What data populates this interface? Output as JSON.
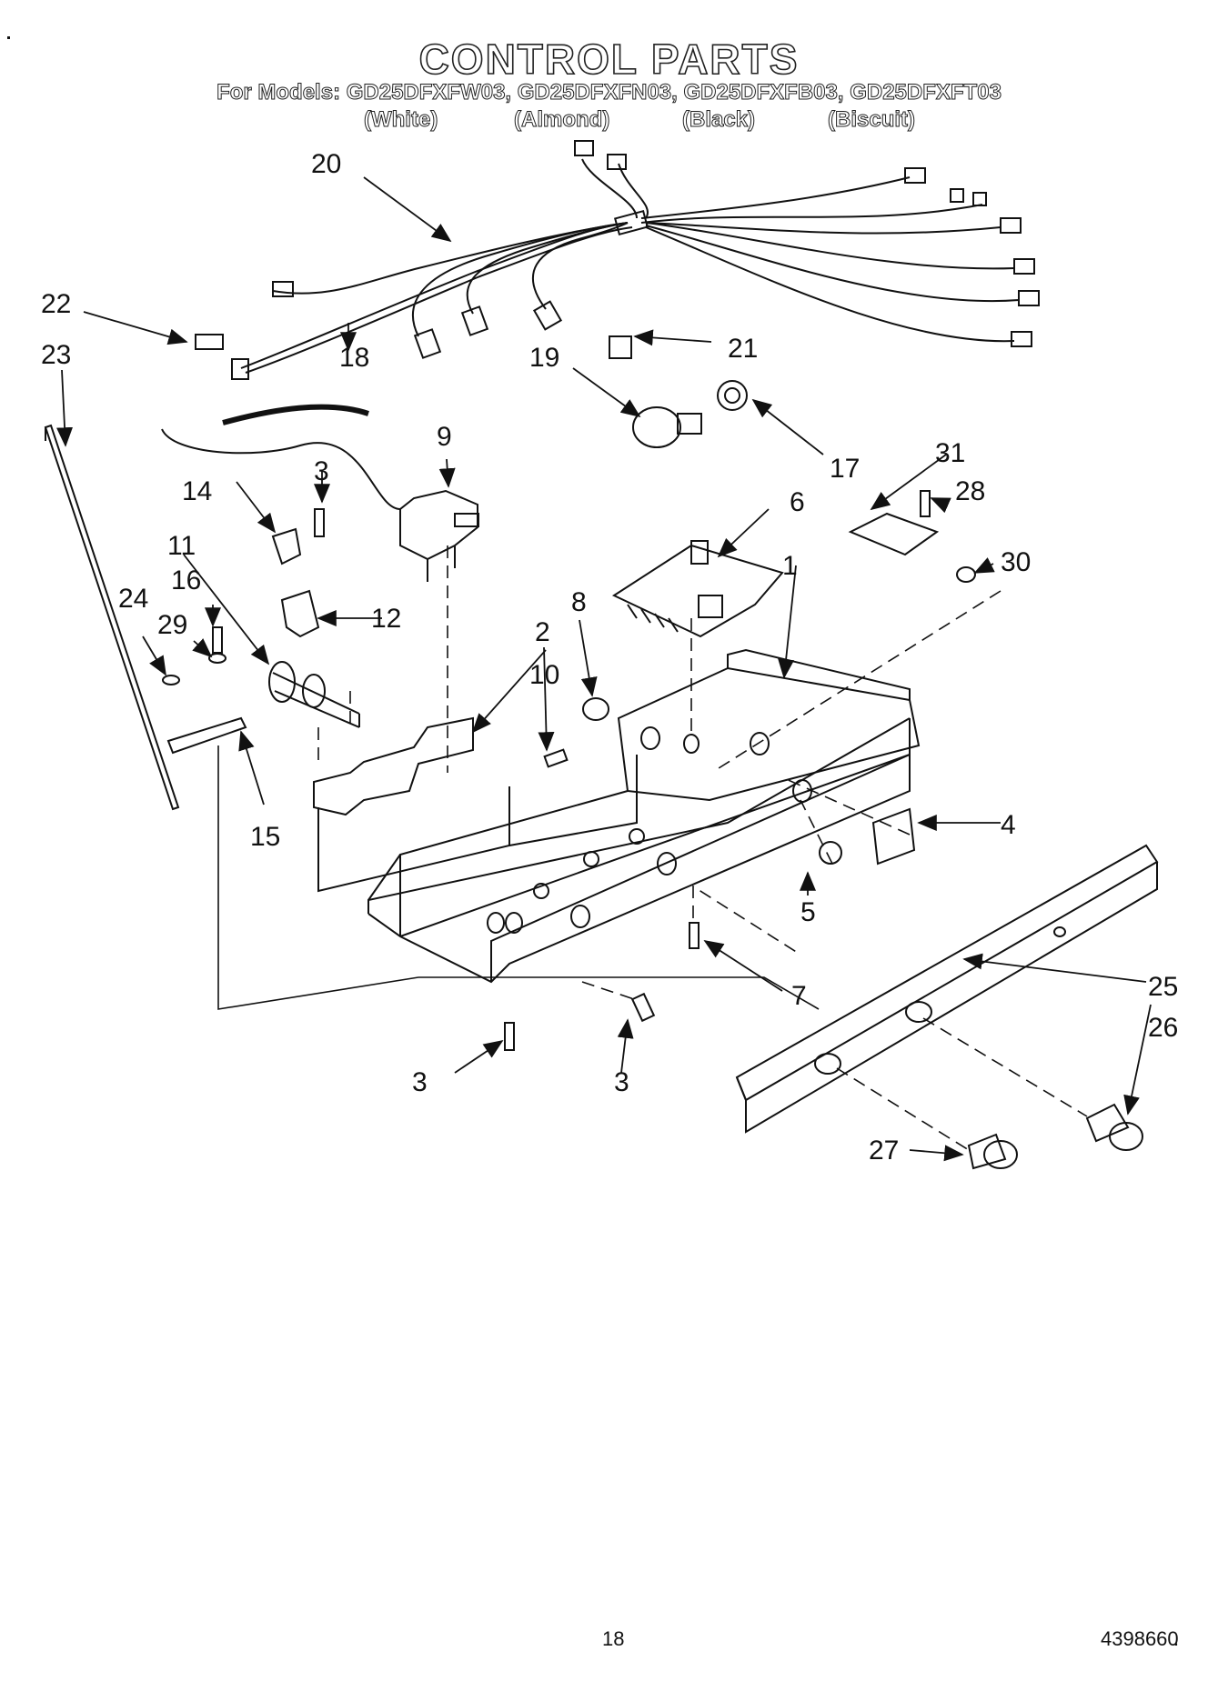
{
  "header": {
    "title": "CONTROL PARTS",
    "models": "For Models: GD25DFXFW03, GD25DFXFN03, GD25DFXFB03, GD25DFXFT03",
    "colors": [
      "(White)",
      "(Almond)",
      "(Black)",
      "(Biscuit)"
    ]
  },
  "callouts": {
    "c1": "1",
    "c2": "2",
    "c3a": "3",
    "c3b": "3",
    "c3c": "3",
    "c4": "4",
    "c5": "5",
    "c6": "6",
    "c7": "7",
    "c8": "8",
    "c9": "9",
    "c10": "10",
    "c11": "11",
    "c12": "12",
    "c14": "14",
    "c15": "15",
    "c16": "16",
    "c17": "17",
    "c18": "18",
    "c19": "19",
    "c20": "20",
    "c21": "21",
    "c22": "22",
    "c23": "23",
    "c24": "24",
    "c25": "25",
    "c26": "26",
    "c27": "27",
    "c28": "28",
    "c29": "29",
    "c30": "30",
    "c31": "31"
  },
  "footer": {
    "page_number": "18",
    "doc_number": "4398660",
    "doc_suffix": "."
  }
}
